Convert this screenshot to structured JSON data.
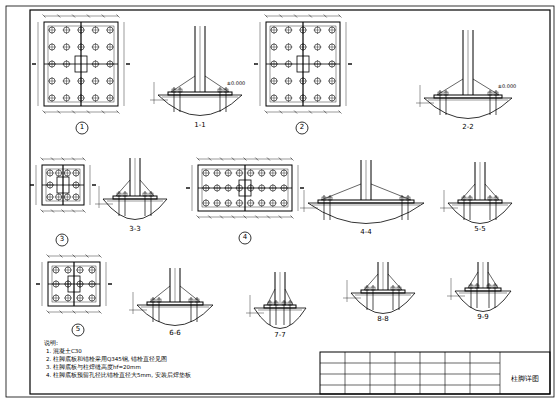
{
  "diagram": {
    "labels": [
      "1-1",
      "2-2",
      "3-3",
      "4-4",
      "5-5",
      "6-6",
      "7-7",
      "8-8",
      "9-9",
      "1",
      "2",
      "3",
      "4",
      "5",
      "说明:",
      "1. 混凝土C30",
      "2. 柱脚底板和锚栓采用Q345钢, 锚栓直径见图",
      "3. 柱脚底板与柱焊缝高度hf=20mm",
      "4. 柱脚底板预留孔径比锚栓直径大5mm, 安装后焊垫板",
      "柱脚详图",
      "±0.000",
      "±0.000"
    ]
  }
}
